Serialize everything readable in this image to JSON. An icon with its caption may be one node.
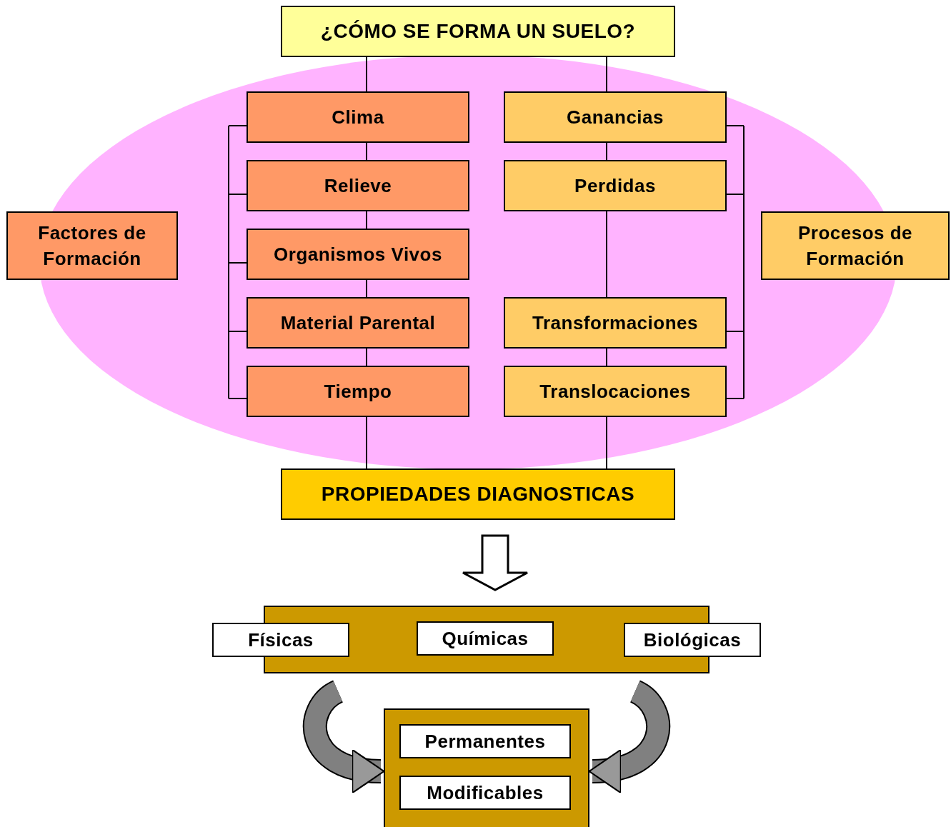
{
  "diagram": {
    "nodes": [
      {
        "text": [
          "¿CÓMO SE FORMA UN SUELO?"
        ]
      },
      {
        "text": [
          "Factores de Formación"
        ]
      },
      {
        "text": [
          "Clima"
        ]
      },
      {
        "text": [
          "Relieve"
        ]
      },
      {
        "text": [
          "Organismos Vivos"
        ]
      },
      {
        "text": [
          "Material Parental"
        ]
      },
      {
        "text": [
          "Tiempo"
        ]
      },
      {
        "text": [
          "Ganancias"
        ]
      },
      {
        "text": [
          "Perdidas"
        ]
      },
      {
        "text": [
          "Transformaciones"
        ]
      },
      {
        "text": [
          "Translocaciones"
        ]
      },
      {
        "text": [
          "Procesos de Formación"
        ]
      },
      {
        "text": [
          "PROPIEDADES DIAGNOSTICAS"
        ]
      },
      {
        "text": [],
        "shape": "box"
      },
      {
        "text": [
          "Físicas"
        ]
      },
      {
        "text": [
          "Químicas"
        ],
        "in": 13
      },
      {
        "text": [
          "Biológicas"
        ]
      },
      {
        "text": [],
        "shape": "box"
      },
      {
        "text": [
          "Permanentes"
        ],
        "in": 17
      },
      {
        "text": [
          "Modificables"
        ],
        "in": 17
      }
    ],
    "edges": [
      {
        "from": 0,
        "to": 2,
        "arrow": "none"
      },
      {
        "from": 2,
        "to": 3,
        "arrow": "none"
      },
      {
        "from": 3,
        "to": 4,
        "arrow": "none"
      },
      {
        "from": 4,
        "to": 5,
        "arrow": "none"
      },
      {
        "from": 5,
        "to": 6,
        "arrow": "none"
      },
      {
        "from": 6,
        "to": 12,
        "arrow": "none"
      },
      {
        "from": 0,
        "to": 7,
        "arrow": "none"
      },
      {
        "from": 7,
        "to": 8,
        "arrow": "none"
      },
      {
        "from": 8,
        "to": 9,
        "arrow": "none"
      },
      {
        "from": 9,
        "to": 10,
        "arrow": "none"
      },
      {
        "from": 10,
        "to": 12,
        "arrow": "none"
      },
      {
        "from": 12,
        "to": 13,
        "arrow": "to"
      },
      {
        "from": null,
        "to": 17,
        "arrow": "to",
        "style": "thick",
        "color": "#808080"
      },
      {
        "from": null,
        "to": 17,
        "arrow": "to",
        "style": "thick",
        "color": "#808080"
      }
    ]
  }
}
